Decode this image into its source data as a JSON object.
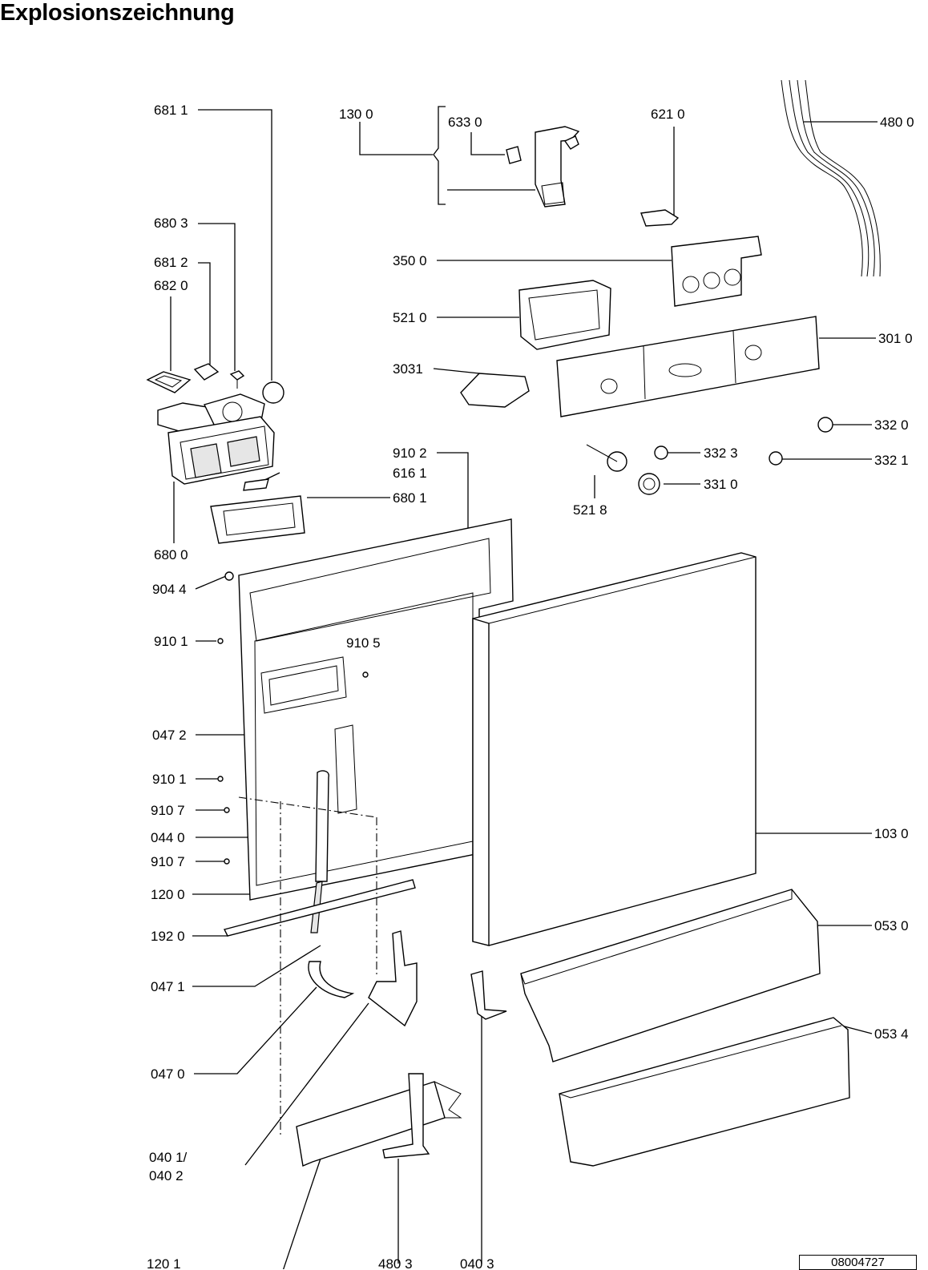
{
  "title": "Explosionszeichnung",
  "document_number": "08004727",
  "labels": {
    "l6811": "681 1",
    "l1300": "130 0",
    "l6330": "633 0",
    "l6210": "621 0",
    "l4800": "480 0",
    "l6803": "680 3",
    "l6812": "681 2",
    "l6820": "682 0",
    "l3500": "350 0",
    "l5210": "521 0",
    "l3010": "301 0",
    "l3031": "3031",
    "l3320": "332 0",
    "l3323": "332 3",
    "l3321": "332 1",
    "l9102": "910 2",
    "l6161": "616 1",
    "l6801": "680 1",
    "l3310": "331 0",
    "l5218": "521 8",
    "l6800": "680 0",
    "l9044": "904 4",
    "l9101a": "910 1",
    "l9105": "910 5",
    "l0472": "047 2",
    "l9101b": "910 1",
    "l9107a": "910 7",
    "l0440": "044 0",
    "l1030": "103 0",
    "l9107b": "910 7",
    "l1200": "120 0",
    "l0530": "053 0",
    "l1920": "192 0",
    "l0471": "047 1",
    "l0534": "053 4",
    "l0470": "047 0",
    "l0401": "040 1/",
    "l0402": "040 2",
    "l1201": "120 1",
    "l4803": "480 3",
    "l0403": "040 3"
  }
}
